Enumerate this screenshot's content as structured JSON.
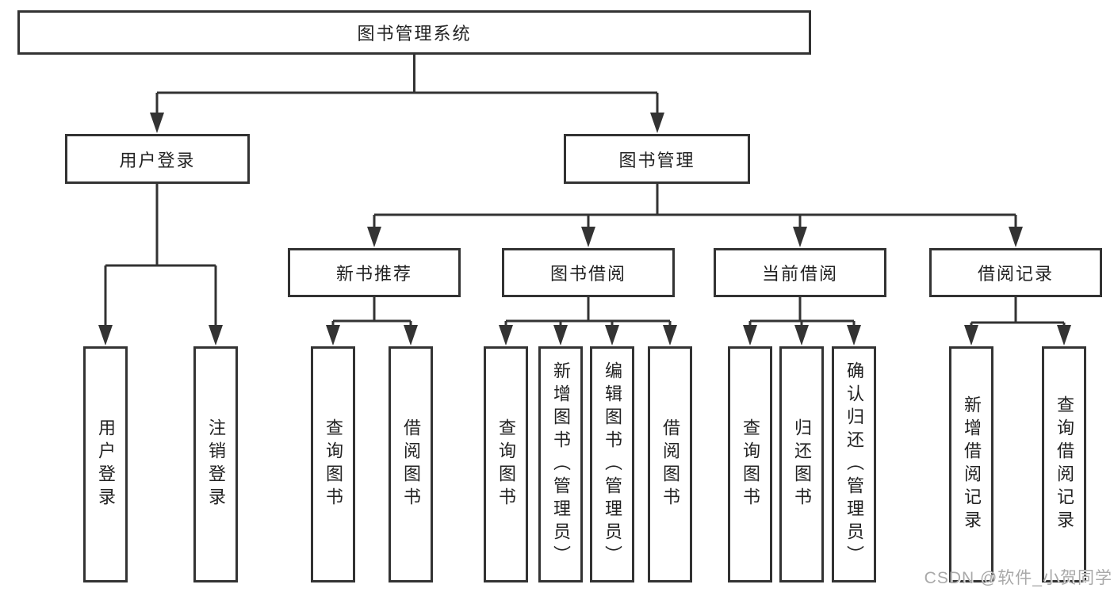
{
  "colors": {
    "line": "#333333",
    "box_border": "#333333",
    "text": "#222222",
    "watermark": "#a9a9a9",
    "background": "#ffffff"
  },
  "tree": {
    "root": "图书管理系统",
    "level2": [
      "用户登录",
      "图书管理"
    ],
    "level3": [
      "新书推荐",
      "图书借阅",
      "当前借阅",
      "借阅记录"
    ],
    "leaves": {
      "user_login": [
        "用户登录",
        "注销登录"
      ],
      "new_book_recommend": [
        "查询图书",
        "借阅图书"
      ],
      "book_borrow": [
        "查询图书",
        "新增图书（管理员）",
        "编辑图书（管理员）",
        "借阅图书"
      ],
      "current_borrow": [
        "查询图书",
        "归还图书",
        "确认归还（管理员）"
      ],
      "borrow_record": [
        "新增借阅记录",
        "查询借阅记录"
      ]
    }
  },
  "watermark": "CSDN @软件_小贺同学"
}
